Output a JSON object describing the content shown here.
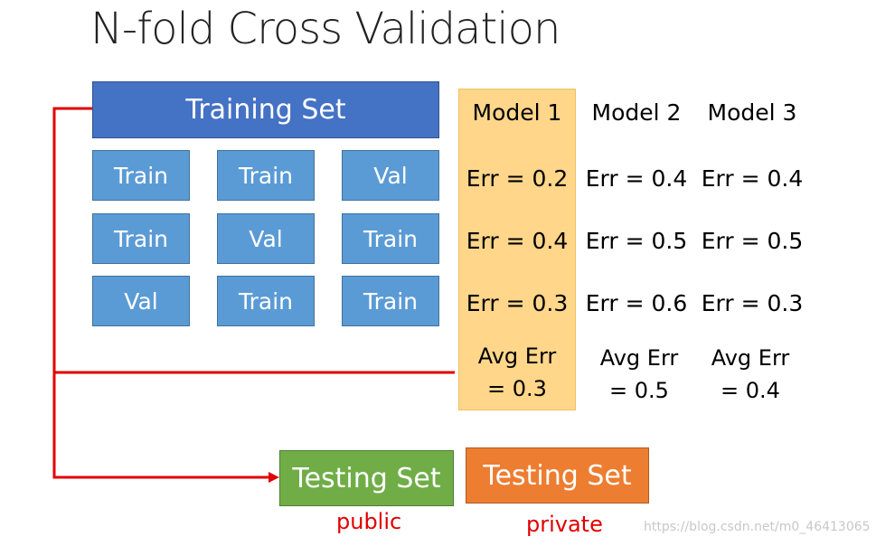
{
  "title": "N-fold Cross Validation",
  "training_set_label": "Training Set",
  "folds": [
    [
      "Train",
      "Train",
      "Val"
    ],
    [
      "Train",
      "Val",
      "Train"
    ],
    [
      "Val",
      "Train",
      "Train"
    ]
  ],
  "models": [
    {
      "name": "Model 1",
      "errors": [
        "Err = 0.2",
        "Err = 0.4",
        "Err = 0.3"
      ],
      "avg_line1": "Avg Err",
      "avg_line2": "= 0.3"
    },
    {
      "name": "Model 2",
      "errors": [
        "Err = 0.4",
        "Err = 0.5",
        "Err = 0.6"
      ],
      "avg_line1": "Avg Err",
      "avg_line2": "= 0.5"
    },
    {
      "name": "Model 3",
      "errors": [
        "Err = 0.4",
        "Err = 0.5",
        "Err = 0.3"
      ],
      "avg_line1": "Avg Err",
      "avg_line2": "= 0.4"
    }
  ],
  "testing": {
    "public": {
      "label": "Testing Set",
      "sublabel": "public"
    },
    "private": {
      "label": "Testing Set",
      "sublabel": "private"
    }
  },
  "watermark": "https://blog.csdn.net/m0_46413065",
  "colors": {
    "training_set": "#4472c4",
    "fold": "#5b9bd5",
    "highlight": "#ffd68a",
    "test_public": "#70ad47",
    "test_private": "#ed7d31",
    "arrow": "#e00000"
  }
}
